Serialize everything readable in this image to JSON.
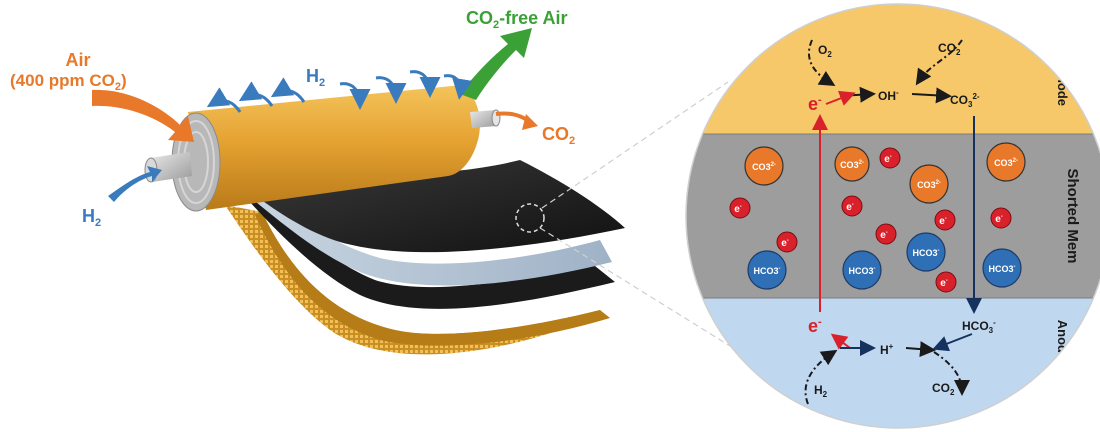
{
  "colors": {
    "orange": "#E8782A",
    "green": "#3BA137",
    "blue": "#3A7BBE",
    "red": "#D8212A",
    "cathode": "#F6C86A",
    "membrane": "#9D9D9D",
    "anode": "#BFD8F0",
    "roll": "#E6A93A",
    "dark": "#15325F"
  },
  "left": {
    "air_label": "Air",
    "air_ppm": "(400 ppm CO",
    "air_ppm_sub": "2",
    "air_ppm_close": ")",
    "co2_free_main": "CO",
    "co2_free_sub": "2",
    "co2_free_rest": "-free Air",
    "h2_top_main": "H",
    "h2_top_sub": "2",
    "h2_bottom_main": "H",
    "h2_bottom_sub": "2",
    "co2_out_main": "CO",
    "co2_out_sub": "2"
  },
  "circle": {
    "cathode_label": "Cathode",
    "membrane_label": "Shorted Mem",
    "anode_label": "Anode",
    "o2_main": "O",
    "o2_sub": "2",
    "co2_top_main": "CO",
    "co2_top_sub": "2",
    "oh_main": "OH",
    "oh_sup": "-",
    "co3_main": "CO",
    "co3_sub": "3",
    "co3_sup": "2-",
    "e_main": "e",
    "e_sup": "-",
    "hco3_main": "HCO",
    "hco3_sub": "3",
    "hco3_sup": "-",
    "h_plus_main": "H",
    "h_plus_sup": "+",
    "h2_main": "H",
    "h2_sub": "2",
    "co2_bottom_main": "CO",
    "co2_bottom_sub": "2",
    "ion_co3": "CO3",
    "ion_co3_sup": "2-",
    "ion_hco3": "HCO3",
    "ion_hco3_sup": "-",
    "ion_e": "e",
    "ion_e_sup": "-"
  }
}
